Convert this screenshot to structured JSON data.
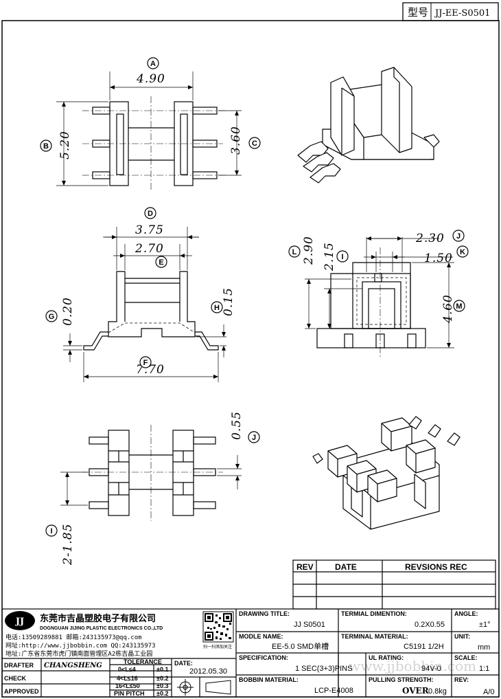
{
  "model_box": {
    "label": "型号",
    "value": "JJ-EE-S0501"
  },
  "dimensions": {
    "top_width": "4.90",
    "top_height": "5.20",
    "top_pin_span": "3.60",
    "front_outer": "3.75",
    "front_inner": "2.70",
    "front_pin_thk": "0.20",
    "front_clear": "0.15",
    "front_total": "7.70",
    "side_width": "2.30",
    "side_height": "2.90",
    "side_inner": "2.15",
    "side_slot": "1.50",
    "side_total": "4.60",
    "bottom_pin": "0.55",
    "bottom_pitch": "2-1.85"
  },
  "circle_labels": {
    "a": "A",
    "b": "B",
    "c": "C",
    "d": "D",
    "e": "E",
    "f": "F",
    "g": "G",
    "h": "H",
    "i": "I",
    "j": "J",
    "k": "K",
    "l": "L",
    "m": "M"
  },
  "revision_table": {
    "headers": [
      "REV",
      "DATE",
      "REVSIONS REC"
    ]
  },
  "company": {
    "logo": "JJ",
    "name_cn": "东莞市吉晶塑胶电子有限公司",
    "name_en": "DOGNGUAN JIJING PLASTIC ELECTRONICS CO.,LTD",
    "line1": "电话:13509289881   邮箱:243135973@qq.com",
    "line2": "网址:http://www.jjbobbin.com  QQ:243135973",
    "line3": "地址:广东省东莞市虎门镇南面管理区A2栋吉晶工业园",
    "qr_caption": "扫一扫添加关注"
  },
  "title_block": {
    "drawing_title_label": "DRAWING TITLE:",
    "drawing_title": "JJ  S0501",
    "terminal_dim_label": "TERMIAL DIMENTION:",
    "terminal_dim": "0.2X0.55",
    "angle_label": "ANGLE:",
    "angle": "±1°",
    "model_name_label": "MODLE NAME:",
    "model_name": "EE-5.0 SMD单槽",
    "terminal_mat_label": "TERMINAL MATERIAL:",
    "terminal_mat": "C5191 1/2H",
    "unit_label": "UNIT:",
    "unit": "mm",
    "spec_label": "SPECIFICATION:",
    "spec": "1 SEC(3+3)PINS",
    "ul_label": "UL RATING:",
    "ul": "94V-0",
    "scale_label": "SCALE:",
    "scale": "1:1",
    "bobbin_mat_label": "BOBBIN  MATERIAL:",
    "bobbin_mat": "LCP-E4008",
    "pull_label": "PULLING STRENGTH:",
    "pull_main": "OVER",
    "pull_val": "0.8kg",
    "rev_label": "REV:",
    "rev": "A/0",
    "drafter_label": "DRAFTER",
    "drafter": "CHANGSHENG",
    "check_label": "CHECK",
    "approved_label": "APPROVED",
    "tolerance_label": "TOLERANCE",
    "tol": [
      [
        "0<L≤4",
        "±0.1"
      ],
      [
        "4<L≤16",
        "±0.2"
      ],
      [
        "16<L≤50",
        "±0.3"
      ],
      [
        "PIN PITCH",
        "±0.2"
      ]
    ],
    "date_label": "DATE:",
    "date": "2012.05.30"
  },
  "watermark": "www.jjbobbin.com"
}
